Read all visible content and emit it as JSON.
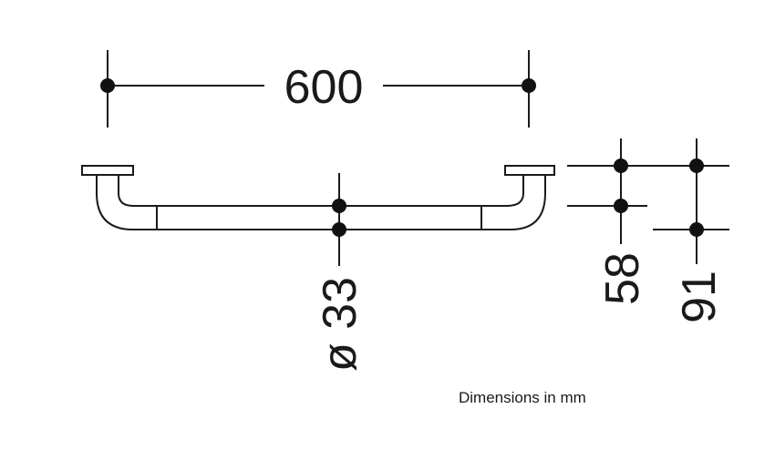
{
  "dimensions": {
    "length": "600",
    "diameter": "ø 33",
    "depth_small": "58",
    "depth_large": "91"
  },
  "caption": "Dimensions in mm",
  "colors": {
    "line": "#1a1a1a",
    "background": "#ffffff"
  }
}
